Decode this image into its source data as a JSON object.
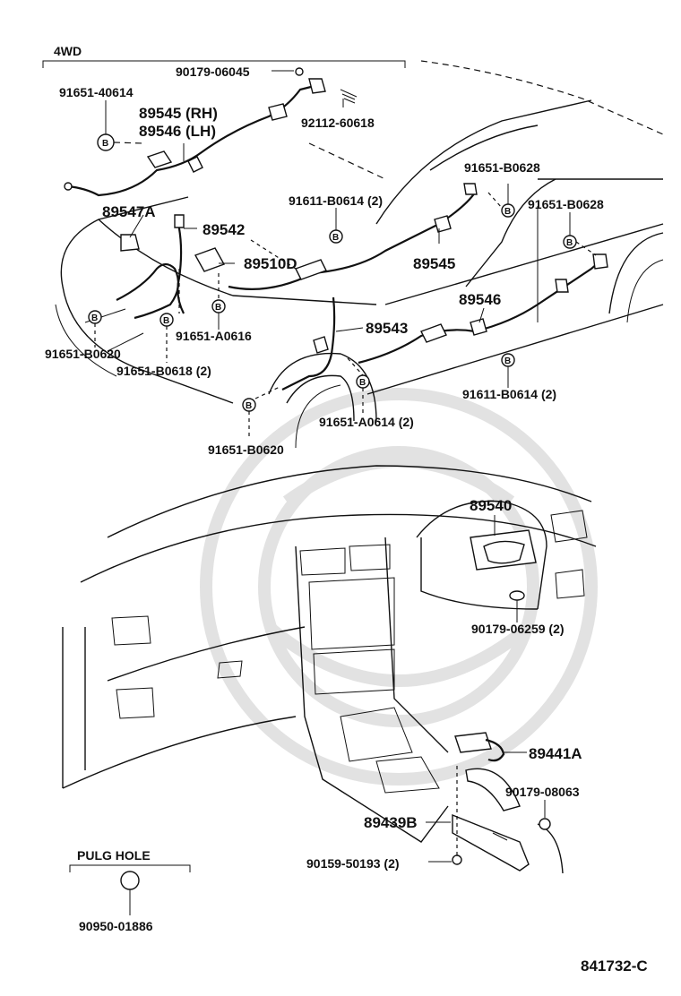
{
  "header": {
    "variant_label": "4WD"
  },
  "parts": {
    "p90179_06045": "90179-06045",
    "p91651_40614": "91651-40614",
    "p89545_rh": "89545 (RH)",
    "p89546_lh": "89546 (LH)",
    "p92112_60618": "92112-60618",
    "p89547a": "89547A",
    "p89542": "89542",
    "p91611_b0614_top": "91611-B0614 (2)",
    "p91651_b0628_a": "91651-B0628",
    "p91651_b0628_b": "91651-B0628",
    "p89545": "89545",
    "p89510d": "89510D",
    "p89546": "89546",
    "p91651_a0616": "91651-A0616",
    "p91651_b0620_a": "91651-B0620",
    "p91651_b0618": "91651-B0618 (2)",
    "p89543": "89543",
    "p91611_b0614_bottom": "91611-B0614 (2)",
    "p91651_a0614": "91651-A0614 (2)",
    "p91651_b0620_b": "91651-B0620",
    "p89540": "89540",
    "p90179_06259": "90179-06259 (2)",
    "p89441a": "89441A",
    "p90179_08063": "90179-08063",
    "p89439b": "89439B",
    "p90159_50193": "90159-50193 (2)",
    "p90950_01886": "90950-01886"
  },
  "bolt_marker_letter": "B",
  "plug_hole": {
    "title": "PULG  HOLE"
  },
  "footer": {
    "diagram_code": "841732-C"
  }
}
